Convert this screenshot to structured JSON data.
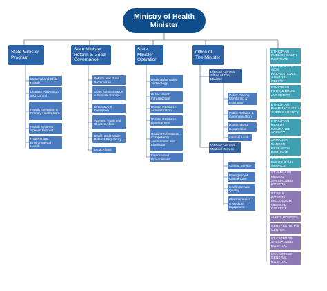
{
  "root": "Ministry of Health Minister",
  "columns": [
    {
      "label": "State Minister Program",
      "items": [
        "Maternal and Child Health",
        "Disease Prevention and Control",
        "Health Extension & Primary Health Care",
        "Health Systems Special Support",
        "Hygiene and Environmental Health"
      ]
    },
    {
      "label": "State Minister Reform & Good Governance",
      "items": [
        "Reform and Good Governance",
        "Asset Administration & General Service",
        "Ethics & Anti Corruption",
        "Women, Youth and Children Affair",
        "Health and Health-Related Regulatory",
        "Legal Affairs"
      ]
    },
    {
      "label": "State Minister Operation",
      "items": [
        "Health Information Technology",
        "Public Health Infrastructure",
        "Human Resource Administration",
        "Human Resource Development",
        "Health Professional Competency Assessment and Licensure",
        "Finance and Procurement"
      ]
    },
    {
      "label": "Office of The Minister",
      "groups": [
        {
          "label": "Director General Office of The Minister",
          "items": [
            "Policy Planing Monitoring & Evaluation",
            "Public Relation & Communication",
            "Partnership & Cooperation",
            "Internal Audit"
          ]
        },
        {
          "label": "Director General Medical Service",
          "items": [
            "Clinical Service",
            "Emergency & Critical Care",
            "Health Service Quality",
            "Pharmaceutica l & Medical Equipment"
          ]
        }
      ]
    }
  ],
  "agencies": [
    "ETHIOPIAN PUBLIC HEALTH INSTITUTE",
    "FEDERAL HIV/ AIDS PREVENTION & CONTROL OFFICE",
    "ETHIOPIAN FOOD & DRUG AUTHORITY",
    "ETHIOPIAN PHARMACEUTICAL SUPPLY AGENCY",
    "ETHIOPIAN HEALTH INSURANCE AGENCY",
    "ARMAUER HANSEN RESEARCH INSTITUTE",
    "NATIONAL BLOOD BANK SERVICE"
  ],
  "hospitals": [
    "ST AMANUEL MENTAL SPECIALIZED HOSPITAL",
    "ST PAUL HOSPITAL MILLENNIUM MEDICAL COLLEGE",
    "ALERT HOSPITAL",
    "GEREFSA REHAB CENTER",
    "ST PETER TB SPECIALIZED HOSPITAL",
    "EKA KOTEBE GENERAL HOSPITAL"
  ],
  "colors": {
    "root": "#0f4c8a",
    "category": "#2a63a8",
    "unit": "#4a7bbf",
    "director": "#345f9a",
    "agency": "#3fa0b3",
    "hospital": "#8d7ab4",
    "line": "#6a7f99"
  }
}
